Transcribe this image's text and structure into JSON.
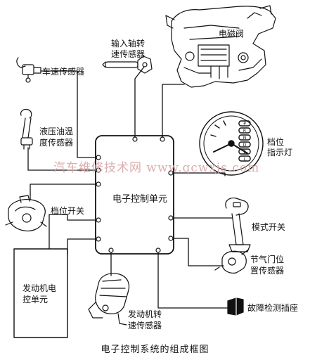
{
  "diagram": {
    "caption": "电子控制系统的组成框图",
    "watermark": "汽车维修技术网 www.qcwxjs.com",
    "center_unit": "电子控制单元",
    "components": {
      "solenoid_valve": "电磁阀",
      "input_shaft_sensor_l1": "输入轴转",
      "input_shaft_sensor_l2": "速传感器",
      "vehicle_speed_sensor": "车速传感器",
      "oil_temp_sensor_l1": "液压油温",
      "oil_temp_sensor_l2": "度传感器",
      "gear_switch": "档位开关",
      "engine_ecu_l1": "发动机电",
      "engine_ecu_l2": "控单元",
      "engine_speed_sensor_l1": "发动机转",
      "engine_speed_sensor_l2": "速传感器",
      "gear_indicator_l1": "档位",
      "gear_indicator_l2": "指示灯",
      "mode_switch": "模式开关",
      "throttle_sensor_l1": "节气门位",
      "throttle_sensor_l2": "置传感器",
      "diagnostic_socket": "故障检测插座"
    },
    "gauge_letters": [
      "P",
      "R",
      "N",
      "D",
      "2",
      "L"
    ]
  }
}
